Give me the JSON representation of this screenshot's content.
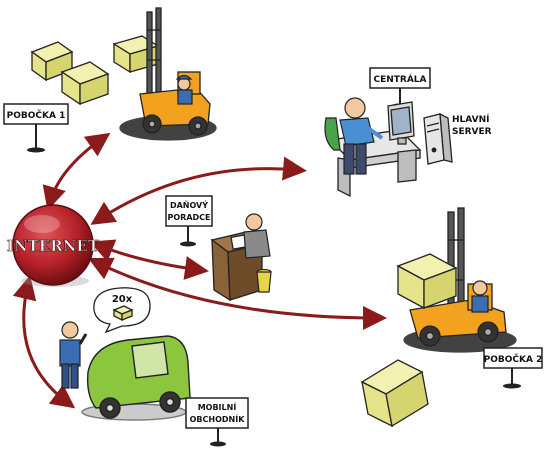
{
  "hub": {
    "label": "INTERNET"
  },
  "nodes": {
    "branch1": {
      "label": "POBOČKA 1"
    },
    "headquarters": {
      "label": "CENTRÁLA",
      "server_label_line1": "HLAVNÍ",
      "server_label_line2": "SERVER"
    },
    "tax_advisor": {
      "label_line1": "DAŇOVÝ",
      "label_line2": "PORADCE"
    },
    "mobile_sales": {
      "label_line1": "MOBILNÍ",
      "label_line2": "OBCHODNÍK",
      "bubble_text": "20x"
    },
    "branch2": {
      "label": "POBOČKA 2"
    }
  },
  "colors": {
    "arrow": "#8b1a1a",
    "hub": "#b8222a",
    "box": "#e6e48a",
    "forklift": "#f3a21f",
    "van": "#8cc63f",
    "shirt": "#4a8fd1"
  }
}
